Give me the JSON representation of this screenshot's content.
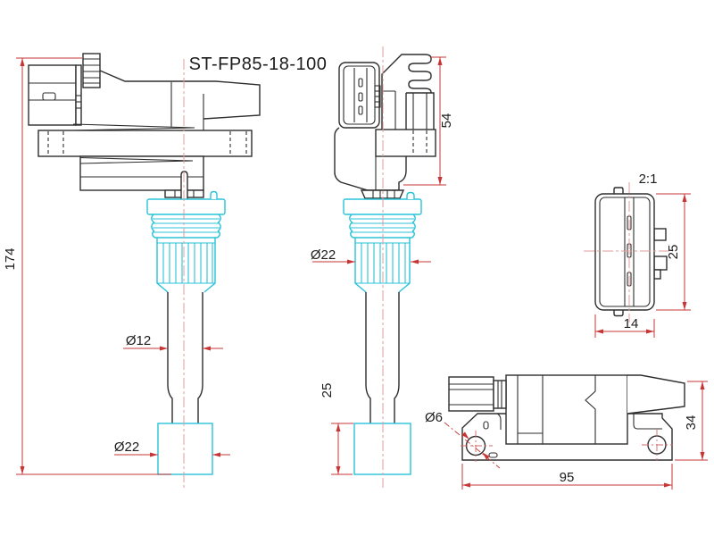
{
  "title": "ST-FP85-18-100",
  "views": {
    "side_view": {
      "dim_total_height": "174",
      "dim_shaft_diameter": "Ø12",
      "dim_boot_diameter": "Ø22"
    },
    "front_view": {
      "dim_head_height": "54",
      "dim_barrel_diameter": "Ø22",
      "dim_cap_height": "25"
    },
    "connector_detail": {
      "scale_label": "2:1",
      "dim_height": "25",
      "dim_width": "14"
    },
    "top_view": {
      "dim_hole_diameter": "Ø6",
      "dim_body_height": "34",
      "dim_overall_length": "95"
    }
  },
  "colors": {
    "outline": "#2e2e2e",
    "boot_accent": "#28c2d9",
    "dimension_red": "#c73535",
    "centerline_pink": "#e39c9c",
    "background": "#ffffff"
  }
}
